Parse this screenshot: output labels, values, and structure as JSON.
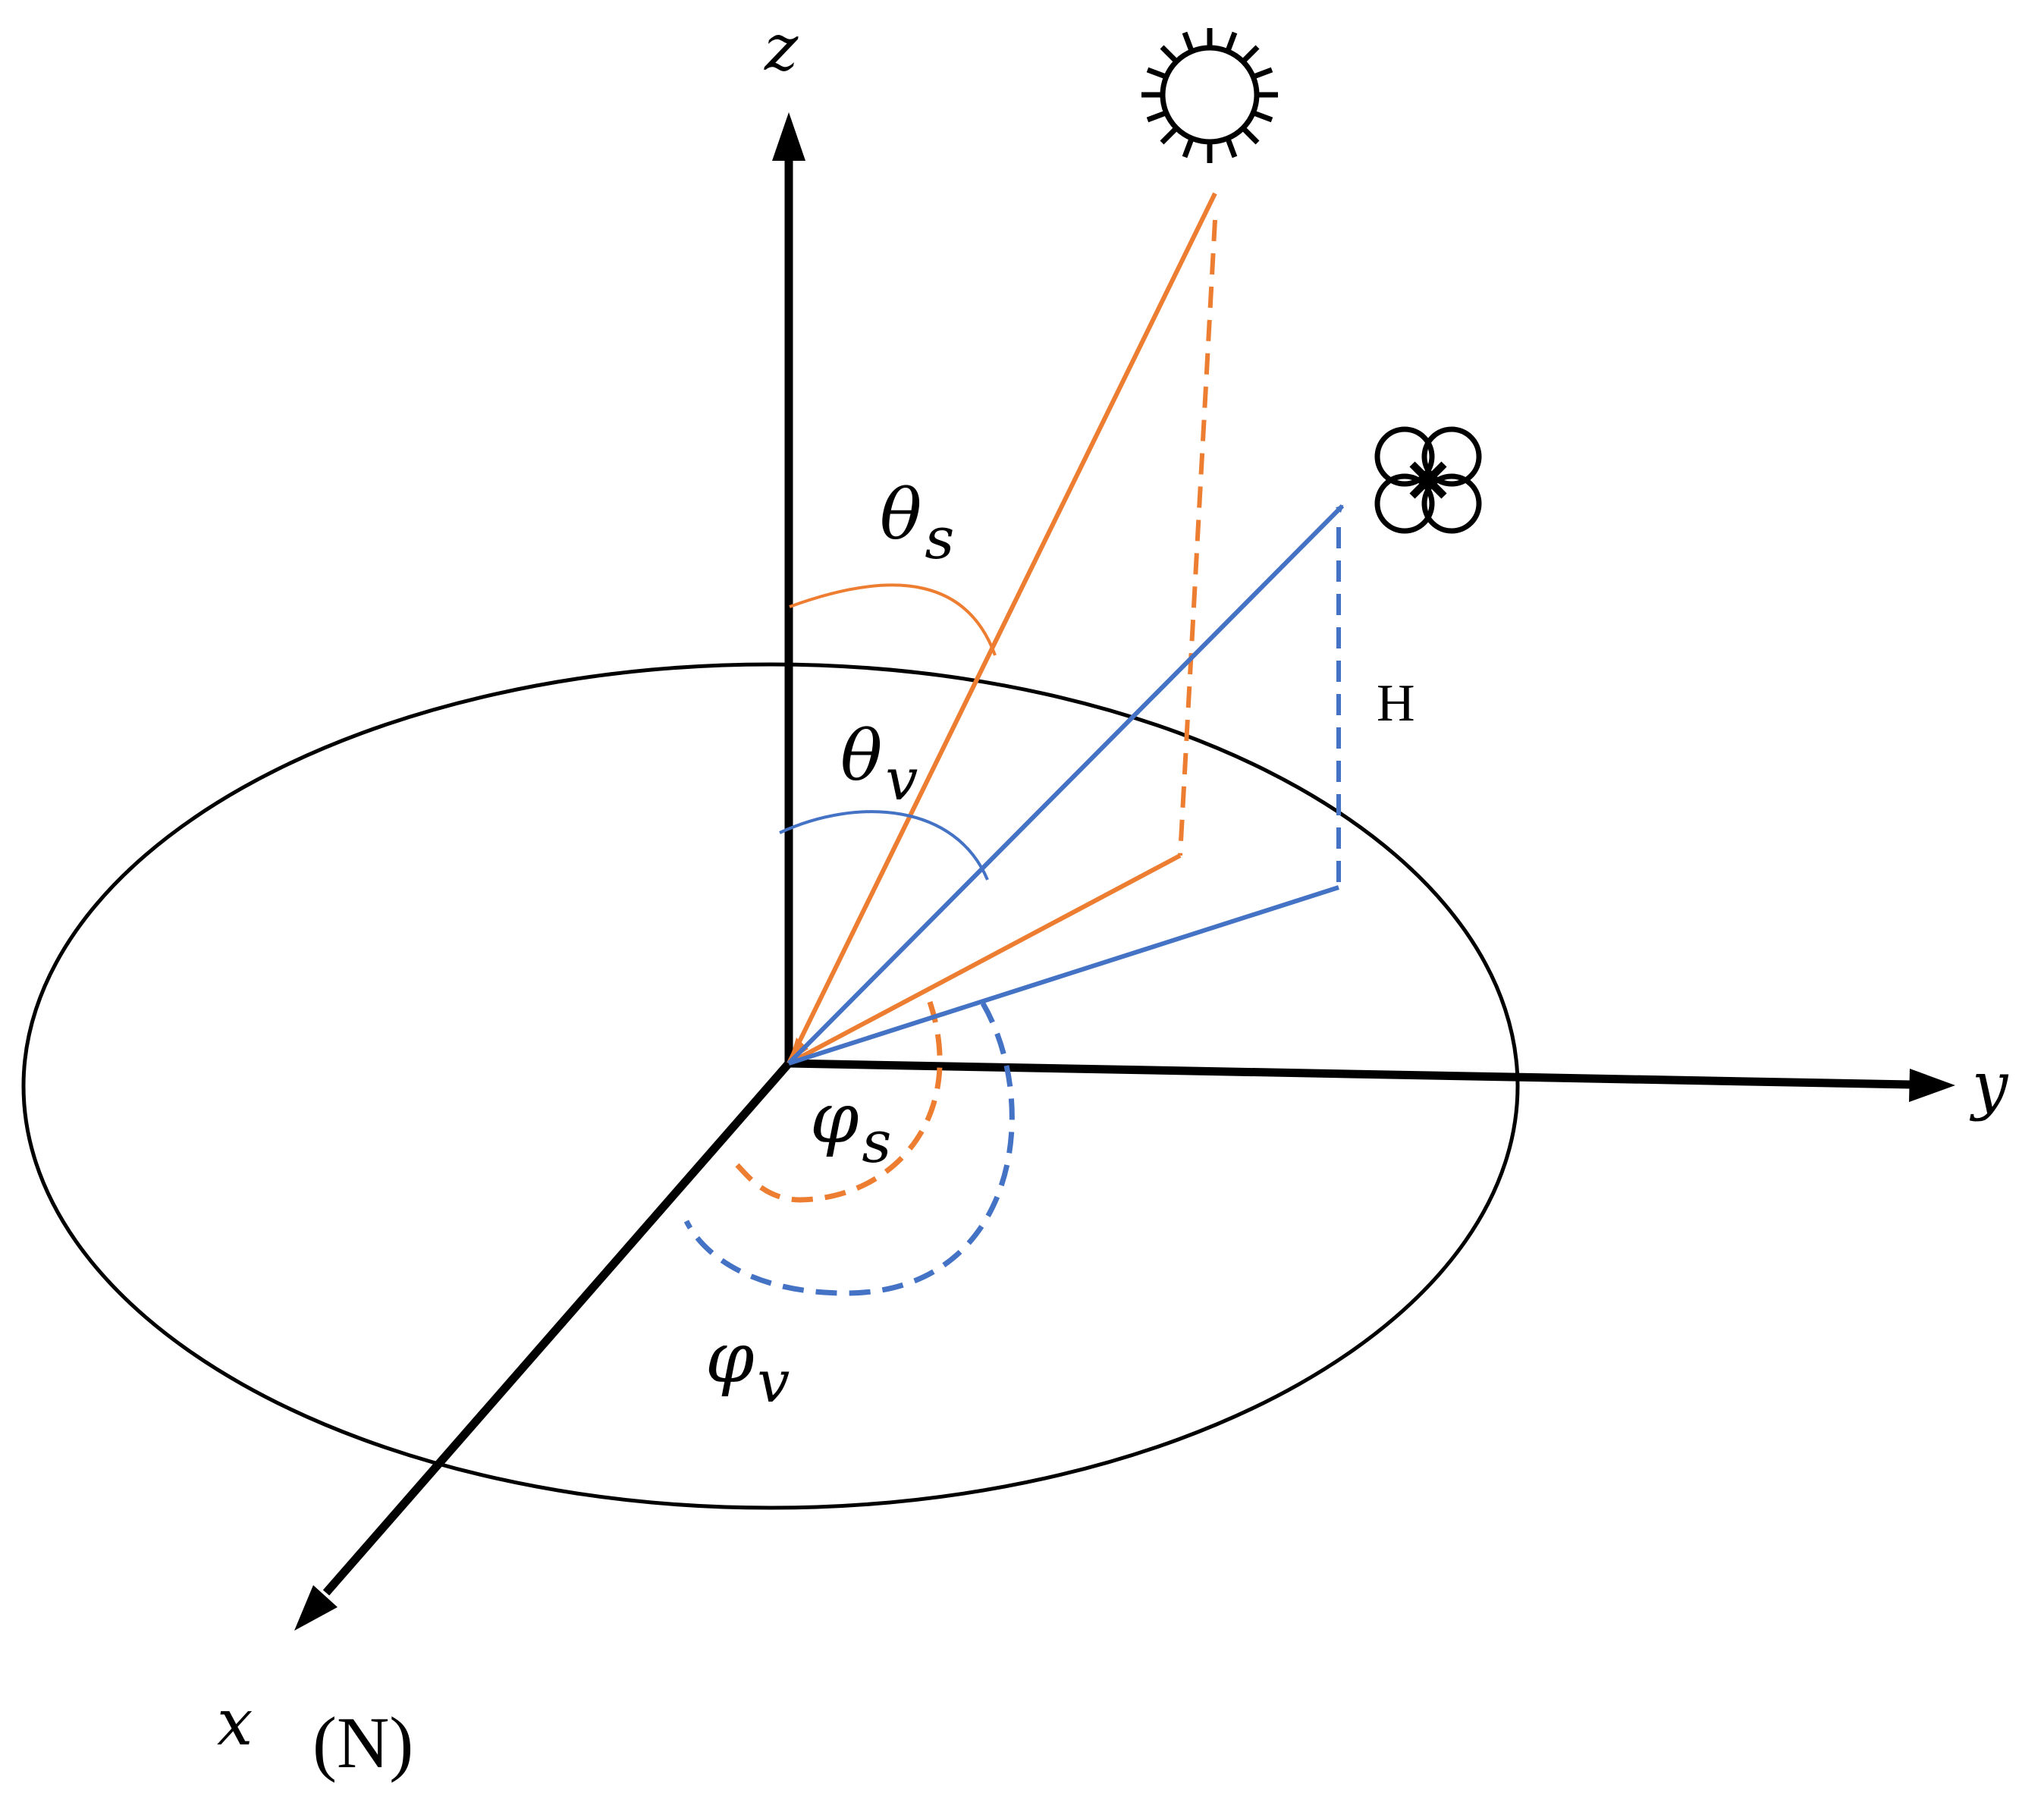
{
  "axes": {
    "z": "z",
    "y": "y",
    "x": "x",
    "x_direction": "(N)"
  },
  "angles": {
    "theta_s": "θ",
    "theta_s_sub": "s",
    "theta_v": "θ",
    "theta_v_sub": "v",
    "phi_s": "φ",
    "phi_s_sub": "s",
    "phi_v": "φ",
    "phi_v_sub": "v"
  },
  "height_label": "H",
  "icons": {
    "sun": "sun-icon",
    "uav": "drone-icon"
  },
  "colors": {
    "sun": "#ED7D31",
    "view": "#4472C4",
    "axis": "#000000"
  }
}
